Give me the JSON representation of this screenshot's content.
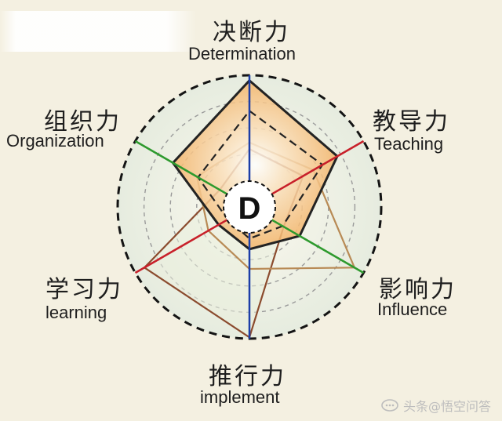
{
  "diagram": {
    "center_letter": "D",
    "axes": [
      {
        "zh": "决断力",
        "en": "Determination",
        "color": "#1c3ea8"
      },
      {
        "zh": "教导力",
        "en": "Teaching",
        "color": "#c8202a"
      },
      {
        "zh": "影响力",
        "en": "Influence",
        "color": "#2e9a2e"
      },
      {
        "zh": "推行力",
        "en": "implement",
        "color": "#1c3ea8"
      },
      {
        "zh": "学习力",
        "en": "learning",
        "color": "#c8202a"
      },
      {
        "zh": "组织力",
        "en": "Organization",
        "color": "#2e9a2e"
      }
    ],
    "series": [
      {
        "values": [
          0.96,
          0.77,
          0.44,
          0.32,
          0.27,
          0.67
        ],
        "stroke": "#232323",
        "dash": "none"
      },
      {
        "values": [
          0.73,
          0.64,
          0.29,
          0.24,
          0.19,
          0.45
        ],
        "stroke": "#232323",
        "dash": "dashed"
      },
      {
        "values": [
          0.44,
          0.47,
          0.3,
          0.99,
          0.92,
          0.26
        ],
        "stroke": "#8b4b2e",
        "dash": "none"
      },
      {
        "values": [
          0.49,
          0.56,
          0.92,
          0.47,
          0.36,
          0.46
        ],
        "stroke": "#b88a55",
        "dash": "none"
      }
    ],
    "fill_color": "#f3b469"
  },
  "watermark": {
    "text": "头条@悟空问答"
  }
}
